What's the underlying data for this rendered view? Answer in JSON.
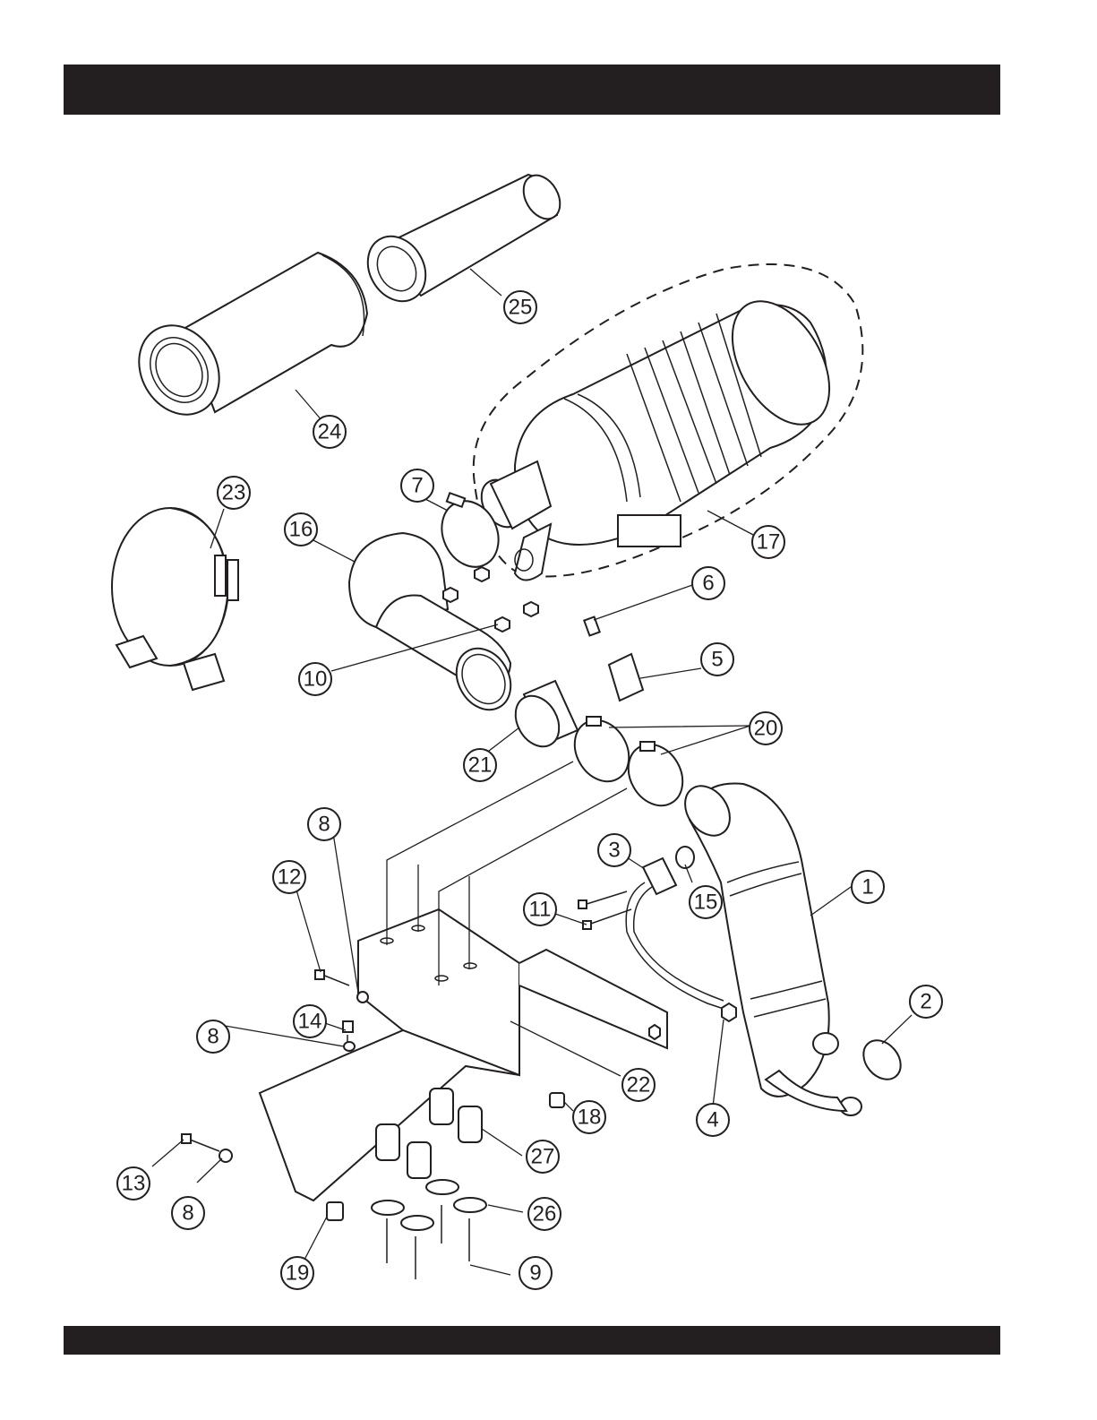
{
  "callouts": [
    {
      "id": "1",
      "label": "1"
    },
    {
      "id": "2",
      "label": "2"
    },
    {
      "id": "3",
      "label": "3"
    },
    {
      "id": "4",
      "label": "4"
    },
    {
      "id": "5",
      "label": "5"
    },
    {
      "id": "6",
      "label": "6"
    },
    {
      "id": "7",
      "label": "7"
    },
    {
      "id": "8a",
      "label": "8"
    },
    {
      "id": "8b",
      "label": "8"
    },
    {
      "id": "8c",
      "label": "8"
    },
    {
      "id": "9",
      "label": "9"
    },
    {
      "id": "10",
      "label": "10"
    },
    {
      "id": "11",
      "label": "11"
    },
    {
      "id": "12",
      "label": "12"
    },
    {
      "id": "13",
      "label": "13"
    },
    {
      "id": "14",
      "label": "14"
    },
    {
      "id": "15",
      "label": "15"
    },
    {
      "id": "16",
      "label": "16"
    },
    {
      "id": "17",
      "label": "17"
    },
    {
      "id": "18",
      "label": "18"
    },
    {
      "id": "19",
      "label": "19"
    },
    {
      "id": "20",
      "label": "20"
    },
    {
      "id": "21",
      "label": "21"
    },
    {
      "id": "22",
      "label": "22"
    },
    {
      "id": "23",
      "label": "23"
    },
    {
      "id": "24",
      "label": "24"
    },
    {
      "id": "25",
      "label": "25"
    },
    {
      "id": "26",
      "label": "26"
    },
    {
      "id": "27",
      "label": "27"
    }
  ],
  "colors": {
    "bar": "#231f20",
    "line": "#231f20",
    "background": "#ffffff"
  }
}
